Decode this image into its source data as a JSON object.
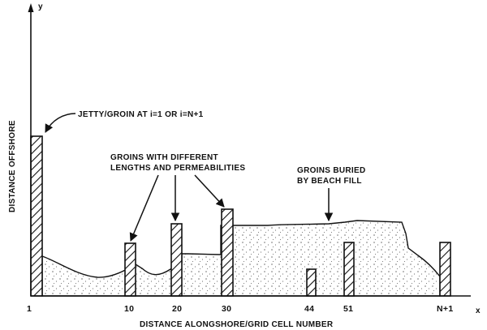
{
  "labels": {
    "y_axis_letter": "y",
    "x_axis_letter": "x",
    "y_axis_title": "DISTANCE OFFSHORE",
    "x_axis_title": "DISTANCE ALONGSHORE/GRID CELL NUMBER",
    "jetty_annotation": "JETTY/GROIN AT i=1 OR i=N+1",
    "groins_annotation_line1": "GROINS WITH DIFFERENT",
    "groins_annotation_line2": "LENGTHS AND PERMEABILITIES",
    "buried_annotation_line1": "GROINS BURIED",
    "buried_annotation_line2": "BY BEACH FILL"
  },
  "ticks": [
    "1",
    "10",
    "20",
    "30",
    "44",
    "51",
    "N+1"
  ]
}
